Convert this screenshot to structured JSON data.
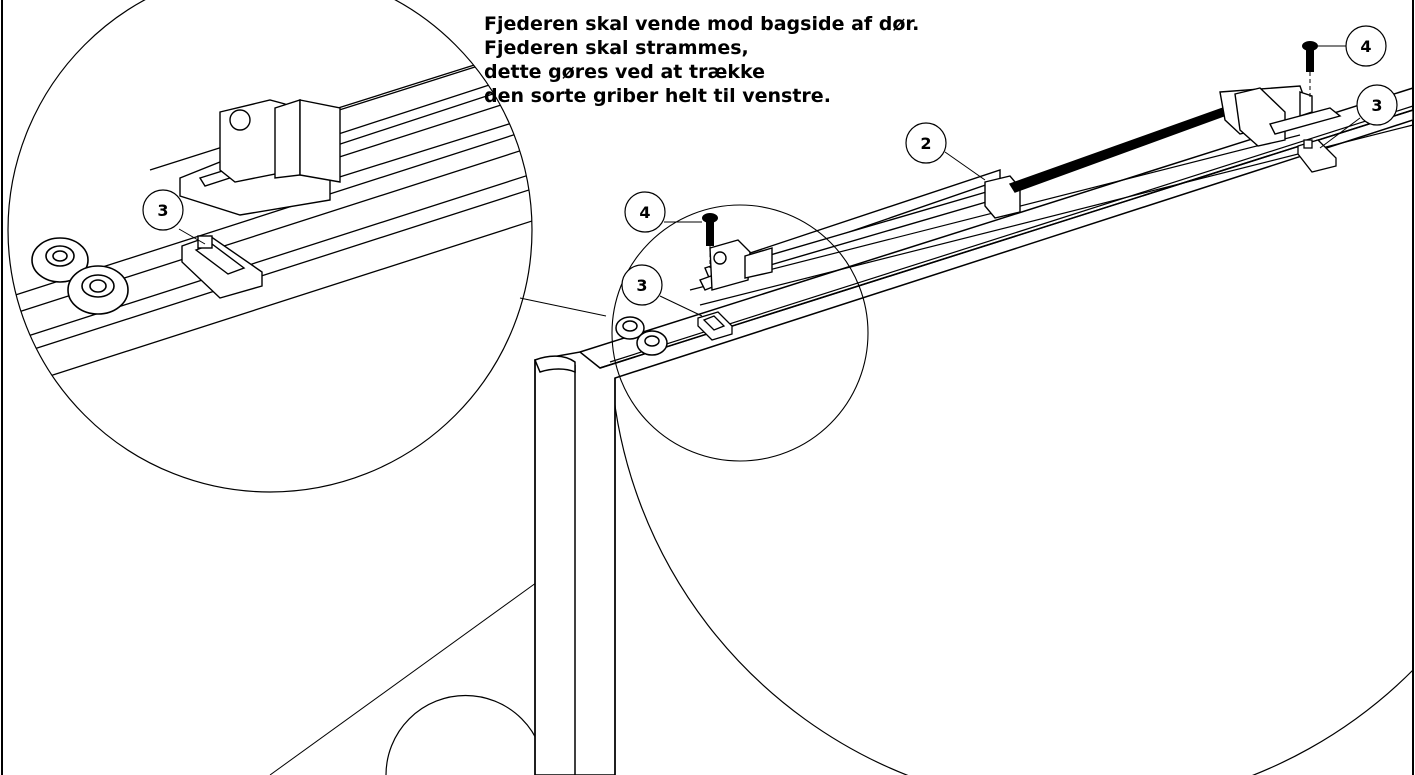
{
  "instructions": {
    "lines": [
      "Fjederen skal vende mod bagside af dør.",
      "Fjederen skal strammes,",
      "dette gøres ved at trække",
      "den sorte griber helt til venstre."
    ]
  },
  "callouts": [
    {
      "id": "detail-3",
      "label": "3"
    },
    {
      "id": "main-4-left",
      "label": "4"
    },
    {
      "id": "main-3-left",
      "label": "3"
    },
    {
      "id": "main-2",
      "label": "2"
    },
    {
      "id": "main-4-right",
      "label": "4"
    },
    {
      "id": "main-3-right",
      "label": "3"
    }
  ]
}
